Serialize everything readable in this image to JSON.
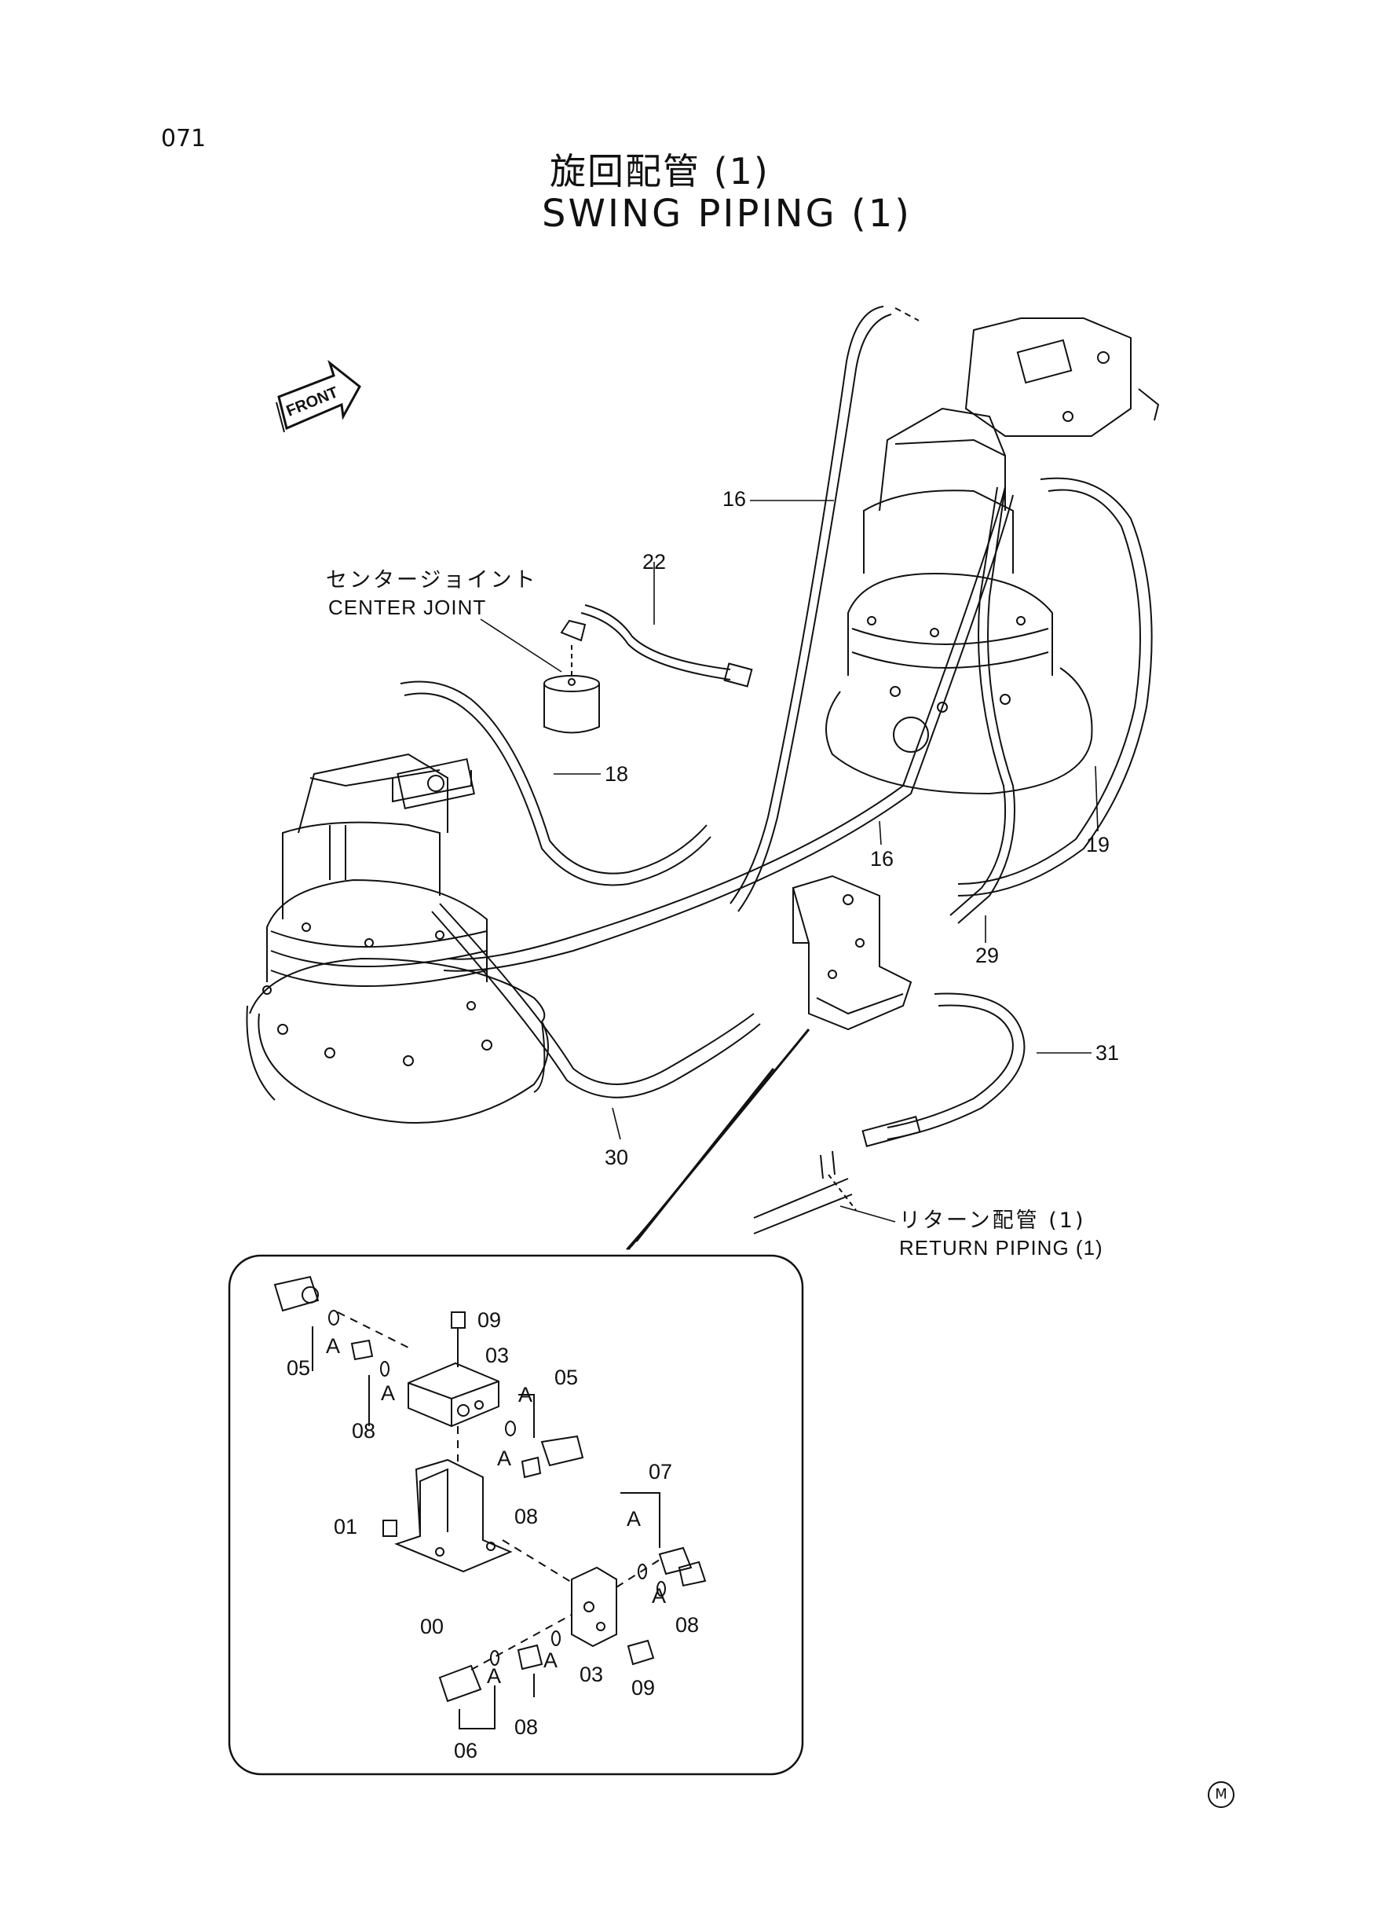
{
  "page_number": "071",
  "title": {
    "japanese": "旋回配管 (1)",
    "english": "SWING PIPING (1)"
  },
  "front_marker": "FRONT",
  "labels": {
    "center_joint_ja": "センタージョイント",
    "center_joint_en": "CENTER JOINT",
    "return_piping_ja": "リターン配管 (1)",
    "return_piping_en": "RETURN PIPING (1)"
  },
  "callouts": {
    "main": [
      "16",
      "22",
      "18",
      "16",
      "19",
      "29",
      "31",
      "30"
    ],
    "detail": [
      "09",
      "05",
      "03",
      "05",
      "08",
      "08",
      "07",
      "01",
      "00",
      "06",
      "08",
      "03",
      "09",
      "08"
    ],
    "a_marks": [
      "A",
      "A",
      "A",
      "A",
      "A",
      "A",
      "A",
      "A"
    ]
  },
  "corner_mark": "M"
}
